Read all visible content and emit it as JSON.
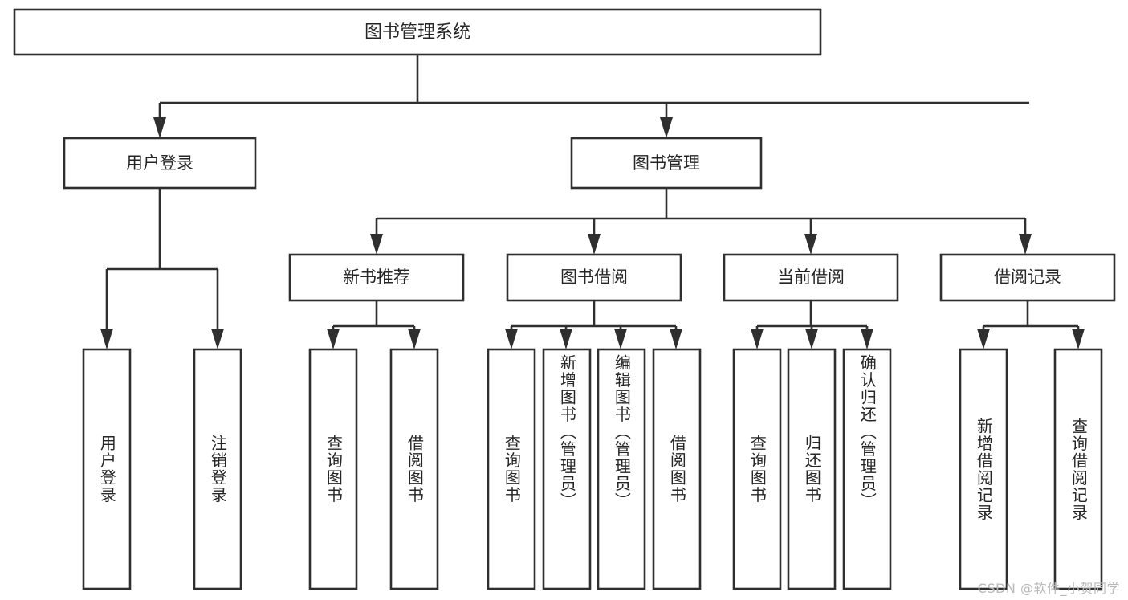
{
  "diagram": {
    "title": "图书管理系统",
    "type": "tree",
    "orientation": "top-down",
    "colors": {
      "box_fill": "#ffffff",
      "box_stroke": "#2f2f2f",
      "connector": "#2f2f2f",
      "text": "#262626",
      "background": "#ffffff",
      "watermark": "#b9b9b9"
    },
    "root": {
      "label": "图书管理系统"
    },
    "level2": [
      {
        "label": "用户登录"
      },
      {
        "label": "图书管理"
      }
    ],
    "level3": [
      {
        "label": "新书推荐"
      },
      {
        "label": "图书借阅"
      },
      {
        "label": "当前借阅"
      },
      {
        "label": "借阅记录"
      }
    ],
    "leaves": {
      "user_login": [
        {
          "label": "用户登录"
        },
        {
          "label": "注销登录"
        }
      ],
      "new_book_recommend": [
        {
          "label": "查询图书"
        },
        {
          "label": "借阅图书"
        }
      ],
      "book_borrow": [
        {
          "label": "查询图书"
        },
        {
          "label": "新增图书（管理员）"
        },
        {
          "label": "编辑图书（管理员）"
        },
        {
          "label": "借阅图书"
        }
      ],
      "current_borrow": [
        {
          "label": "查询图书"
        },
        {
          "label": "归还图书"
        },
        {
          "label": "确认归还（管理员）"
        }
      ],
      "borrow_record": [
        {
          "label": "新增借阅记录"
        },
        {
          "label": "查询借阅记录"
        }
      ]
    }
  },
  "watermark": {
    "text": "CSDN @软件_小贺同学"
  }
}
